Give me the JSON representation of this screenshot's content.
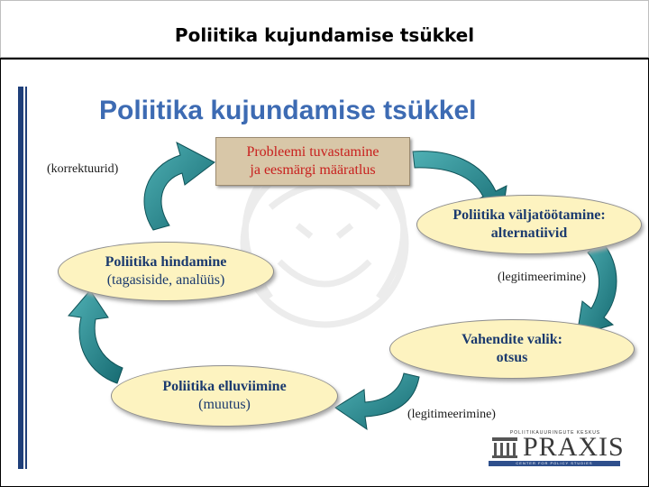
{
  "slide": {
    "title": "Poliitika kujundamise tsükkel"
  },
  "diagram": {
    "title": "Poliitika kujundamise tsükkel",
    "problem": {
      "line1": "Probleemi tuvastamine",
      "line2": "ja eesmärgi määratlus"
    },
    "development": {
      "line1": "Poliitika väljatöötamine:",
      "line2": "alternatiivid"
    },
    "choice": {
      "line1": "Vahendite valik:",
      "line2": "otsus"
    },
    "implementation": {
      "line1": "Poliitika elluviimine",
      "line2": "(muutus)"
    },
    "evaluation": {
      "line1": "Poliitika hindamine",
      "line2": "(tagasiside, analüüs)"
    },
    "notes": {
      "correction": "(korrektuurid)",
      "legit1": "(legitimeerimine)",
      "legit2": "(legitimeerimine)"
    }
  },
  "logo": {
    "top": "POLIITIKAUURINGUTE KESKUS",
    "name": "PRAXIS",
    "bottom": "CENTER FOR POLICY STUDIES"
  },
  "colors": {
    "title_blue": "#3d6bb3",
    "arrow_teal": "#1e7f86",
    "ellipse_fill": "#fdf3c0",
    "problem_box": "#d8c7a8",
    "problem_text": "#c8201e",
    "bar_navy": "#1f3f7a"
  }
}
